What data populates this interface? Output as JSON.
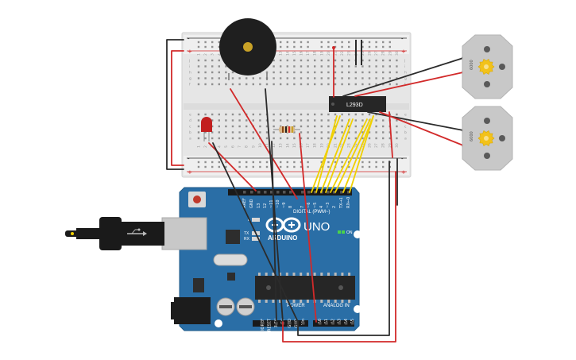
{
  "colors": {
    "wire_red": "#d22a2a",
    "wire_black": "#2b2b2b",
    "wire_yellow": "#f0d000",
    "arduino_blue": "#2a6ea6",
    "breadboard": "#e8e8e8",
    "chip": "#262626"
  },
  "breadboard": {
    "rail_plus": "+",
    "rail_minus": "-",
    "row_labels_top": [
      "j",
      "i",
      "h",
      "g",
      "f"
    ],
    "row_labels_bottom": [
      "e",
      "d",
      "c",
      "b",
      "a"
    ],
    "column_numbers": [
      "1",
      "2",
      "3",
      "4",
      "5",
      "6",
      "7",
      "8",
      "9",
      "10",
      "11",
      "12",
      "13",
      "14",
      "15",
      "16",
      "17",
      "18",
      "19",
      "20",
      "21",
      "22",
      "23",
      "24",
      "25",
      "26",
      "27",
      "28",
      "29",
      "30"
    ]
  },
  "components": {
    "driver_ic": {
      "label": "L293D",
      "icon": "ic-chip"
    },
    "buzzer": {
      "icon": "piezo-buzzer"
    },
    "led": {
      "icon": "red-led"
    },
    "resistor": {
      "icon": "resistor"
    },
    "motors": [
      {
        "label": "6000",
        "icon": "dc-motor"
      },
      {
        "label": "6000",
        "icon": "dc-motor"
      }
    ]
  },
  "arduino": {
    "brand": "ARDUINO",
    "model": "UNO",
    "digital_label": "DIGITAL (PWM~)",
    "power_label": "POWER",
    "analog_label": "ANALOG IN",
    "on_label": "ON",
    "tx_label": "TX",
    "rx_label": "RX",
    "l_label": "L",
    "top_header_labels": [
      "AREF",
      "GND",
      "13",
      "12",
      "~11",
      "~10",
      "~9",
      "8",
      "7",
      "~6",
      "~5",
      "4",
      "~3",
      "2",
      "TX→1",
      "RX←0"
    ],
    "power_pins": [
      "IOREF",
      "RESET",
      "3.3V",
      "5V",
      "GND",
      "GND",
      "Vin"
    ],
    "analog_pins": [
      "A0",
      "A1",
      "A2",
      "A3",
      "A4",
      "A5"
    ]
  }
}
